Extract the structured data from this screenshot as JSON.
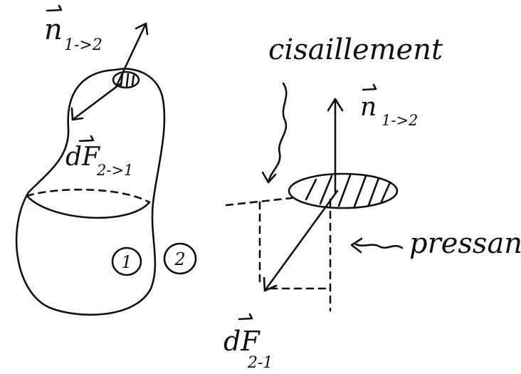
{
  "left_figure": {
    "normal_vector": {
      "base": "n",
      "sub": "1->2"
    },
    "force": {
      "base": "dF",
      "sub": "2->1"
    },
    "region_labels": [
      "1",
      "2"
    ]
  },
  "right_figure": {
    "label_shear": "cisaillement",
    "normal_vector": {
      "base": "n",
      "sub": "1->2"
    },
    "label_pressure": "pressant",
    "force": {
      "base": "dF",
      "sub": "2-1"
    }
  }
}
